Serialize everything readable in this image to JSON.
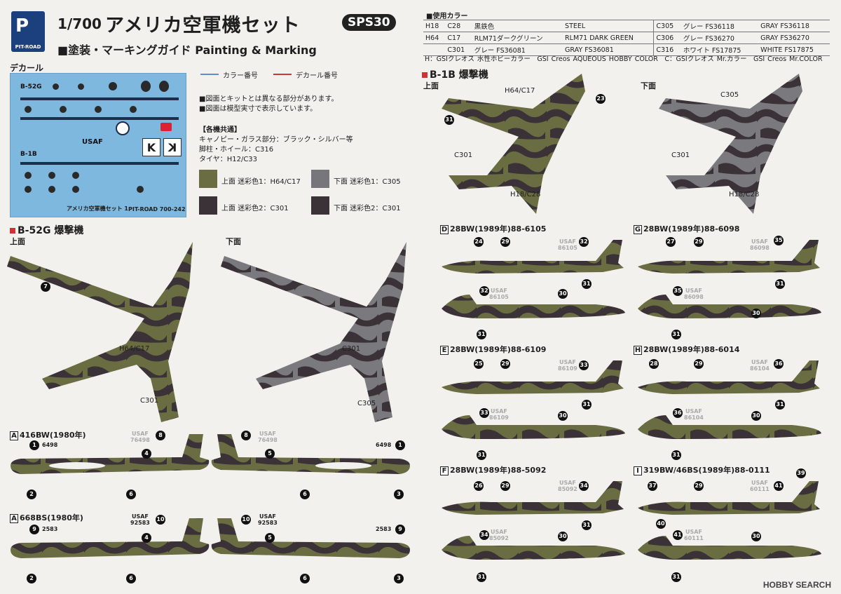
{
  "header": {
    "logo_top": "P",
    "logo_bottom": "PIT-ROAD",
    "scale": "1/700",
    "title": "アメリカ空軍機セット",
    "product_code": "SPS30",
    "subtitle": "■塗装・マーキングガイド Painting & Marking"
  },
  "decal": {
    "label": "デカール",
    "sheet_name": "アメリカ空軍機セット 1",
    "sheet_code": "PIT-ROAD 700-242",
    "b52_tag": "B-52G",
    "b1_tag": "B-1B",
    "usaf_text": "USAF",
    "k_letter": "K"
  },
  "legend": {
    "color_code": "カラー番号",
    "decal_code": "デカール番号",
    "color_line": "#5b8fd0",
    "decal_line": "#c73a3a"
  },
  "notes": {
    "n1": "■図面とキットとは異なる部分があります。",
    "n2": "■図面は模型実寸で表示しています。",
    "common_title": "【各機共通】",
    "common1": "キャノピー・ガラス部分：ブラック・シルバー等",
    "common2": "脚柱・ホイール：C316",
    "common3": "タイヤ：H12/C33"
  },
  "swatches": [
    {
      "label": "上面 迷彩色1：H64/C17",
      "color": "#6a6d42"
    },
    {
      "label": "下面 迷彩色1：C305",
      "color": "#77767a"
    },
    {
      "label": "上面 迷彩色2：C301",
      "color": "#3a3236"
    },
    {
      "label": "下面 迷彩色2：C301",
      "color": "#3a3236"
    }
  ],
  "colors": {
    "title": "■使用カラー",
    "rows": [
      [
        "H18",
        "C28",
        "黒鉄色",
        "STEEL",
        "C305",
        "グレー FS36118",
        "GRAY FS36118"
      ],
      [
        "H64",
        "C17",
        "RLM71ダークグリーン",
        "RLM71 DARK GREEN",
        "C306",
        "グレー FS36270",
        "GRAY FS36270"
      ],
      [
        "",
        "C301",
        "グレー FS36081",
        "GRAY FS36081",
        "C316",
        "ホワイト FS17875",
        "WHITE FS17875"
      ]
    ],
    "footnote": "H：GSIクレオス 水性ホビーカラー　GSI Creos AQUEOUS HOBBY COLOR　C：GSIクレオス Mr.カラー　GSI Creos Mr.COLOR"
  },
  "b52": {
    "section": "B-52G 爆撃機",
    "upper": "上面",
    "lower": "下面",
    "callouts": {
      "h64": "H64/C17",
      "c301": "C301",
      "c305": "C305"
    },
    "variants": [
      {
        "id": "A",
        "name": "416BW(1980年)",
        "serial": "6498",
        "tail": "76498"
      },
      {
        "id": "A",
        "name": "668BS(1980年)",
        "serial": "2583",
        "tail": "92583"
      }
    ],
    "usaf": "USAF"
  },
  "b1b": {
    "section": "B-1B 爆撃機",
    "upper": "上面",
    "lower": "下面",
    "callouts": {
      "h64": "H64/C17",
      "c305": "C305",
      "c301": "C301",
      "h18": "H18/C28"
    },
    "variants": [
      {
        "id": "D",
        "name": "28BW(1989年)88-6105",
        "tail": "86105"
      },
      {
        "id": "G",
        "name": "28BW(1989年)88-6098",
        "tail": "86098"
      },
      {
        "id": "E",
        "name": "28BW(1989年)88-6109",
        "tail": "86109"
      },
      {
        "id": "H",
        "name": "28BW(1989年)88-6014",
        "tail": "86104"
      },
      {
        "id": "F",
        "name": "28BW(1989年)88-5092",
        "tail": "85092"
      },
      {
        "id": "I",
        "name": "319BW/46BS(1989年)88-0111",
        "tail": "60111"
      }
    ],
    "usaf": "USAF"
  },
  "numbers": {
    "n2": "2",
    "n3": "3",
    "n4": "4",
    "n5": "5",
    "n6": "6",
    "n7": "7",
    "n8": "8",
    "n9": "9",
    "n1": "1",
    "n10": "10",
    "n23": "23",
    "n24": "24",
    "n25": "25",
    "n26": "26",
    "n27": "27",
    "n28": "28",
    "n29": "29",
    "n30": "30",
    "n31": "31",
    "n32": "32",
    "n33": "33",
    "n34": "34",
    "n35": "35",
    "n36": "36",
    "n37": "37",
    "n39": "39",
    "n40": "40",
    "n41": "41"
  },
  "watermark": "HOBBY SEARCH",
  "palette": {
    "green": "#6a6d42",
    "dark": "#3a3236",
    "gray": "#7a797d",
    "blue": "#1c3f7e"
  }
}
